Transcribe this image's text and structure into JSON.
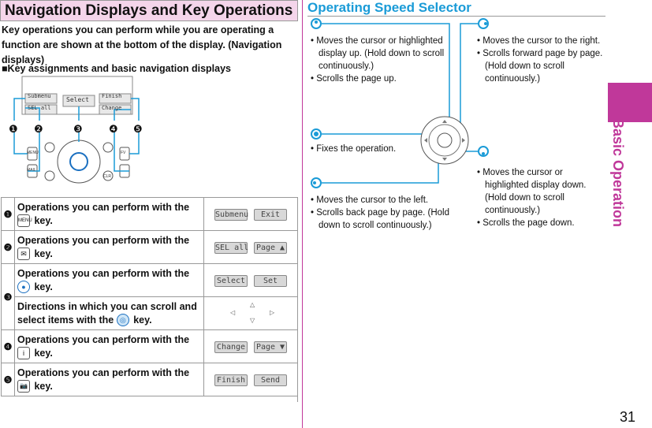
{
  "left": {
    "title": "Navigation Displays and Key Operations",
    "intro": "Key operations you can perform while you are operating a function are shown at the bottom of the display. (Navigation displays)",
    "subhead": "■Key assignments and basic navigation displays",
    "diagram": {
      "screen_labels": [
        "Submenu",
        "Select",
        "Finish",
        "SEL all",
        "Change"
      ],
      "callouts": [
        "❶",
        "❷",
        "❸",
        "❹",
        "❺"
      ],
      "key_labels": [
        "MENU",
        "MAIL",
        "FV",
        "CLR"
      ]
    },
    "rows": [
      {
        "num": "❶",
        "text_before": "Operations you can perform with the",
        "key": "MENU",
        "text_after": "key.",
        "soft1": "Submenu",
        "soft2": "Exit"
      },
      {
        "num": "❷",
        "text_before": "Operations you can perform with the",
        "key": "✉",
        "text_after": "key.",
        "soft1": "SEL all",
        "soft2": "Page ▲"
      },
      {
        "num": "❸",
        "text_before": "Operations you can perform with the",
        "key": "●",
        "text_after": "key.",
        "soft1": "Select",
        "soft2": "Set"
      },
      {
        "num": "",
        "text_before": "Directions in which you can scroll and select items with the",
        "key": "◎",
        "text_after": "key.",
        "directions": [
          "◁",
          "△",
          "▽",
          "▷"
        ]
      },
      {
        "num": "❹",
        "text_before": "Operations you can perform with the",
        "key": "i",
        "text_after": "key.",
        "soft1": "Change",
        "soft2": "Page ▼"
      },
      {
        "num": "❺",
        "text_before": "Operations you can perform with the",
        "key": "📷",
        "text_after": "key.",
        "soft1": "Finish",
        "soft2": "Send"
      }
    ]
  },
  "right": {
    "title": "Operating Speed Selector",
    "up": [
      "• Moves the cursor or highlighted display up. (Hold down to scroll continuously.)",
      "• Scrolls the page up."
    ],
    "right_dir": [
      "• Moves the cursor to the right.",
      "• Scrolls forward page by page. (Hold down to scroll continuously.)"
    ],
    "center": [
      "• Fixes the operation."
    ],
    "left_dir": [
      "• Moves the cursor to the left.",
      "• Scrolls back page by page. (Hold down to scroll continuously.)"
    ],
    "down": [
      "• Moves the cursor or highlighted display down. (Hold down to scroll continuously.)",
      "• Scrolls the page down."
    ]
  },
  "side_label": "Basic Operation",
  "page_number": "31"
}
